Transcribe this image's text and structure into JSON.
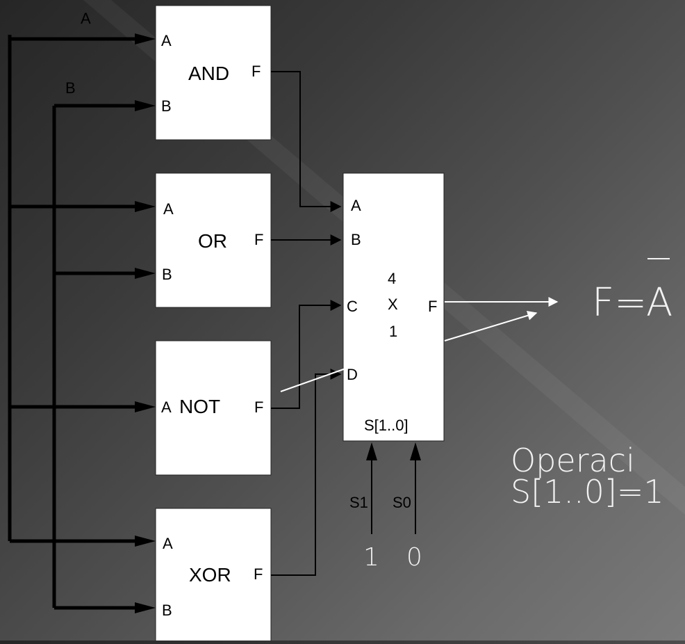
{
  "inputs": {
    "a": "A",
    "b": "B"
  },
  "gates": {
    "and": {
      "name": "AND",
      "in_a": "A",
      "in_b": "B",
      "out": "F"
    },
    "or": {
      "name": "OR",
      "in_a": "A",
      "in_b": "B",
      "out": "F"
    },
    "not": {
      "name": "NOT",
      "in_a": "A",
      "out": "F"
    },
    "xor": {
      "name": "XOR",
      "in_a": "A",
      "in_b": "B",
      "out": "F"
    }
  },
  "mux": {
    "in_a": "A",
    "in_b": "B",
    "in_c": "C",
    "in_d": "D",
    "size_4": "4",
    "size_x": "X",
    "size_1": "1",
    "out": "F",
    "select": "S[1..0]"
  },
  "select_lines": {
    "s1": "S1",
    "s0": "S0",
    "s1_value": "1",
    "s0_value": "0"
  },
  "result": {
    "prefix": "F=",
    "variable": "A"
  },
  "caption": {
    "line1": "Operaci",
    "line2": "S[1..0]=1"
  },
  "colors": {
    "wire": "#000000",
    "highlight": "#ffffff",
    "box": "#ffffff"
  }
}
